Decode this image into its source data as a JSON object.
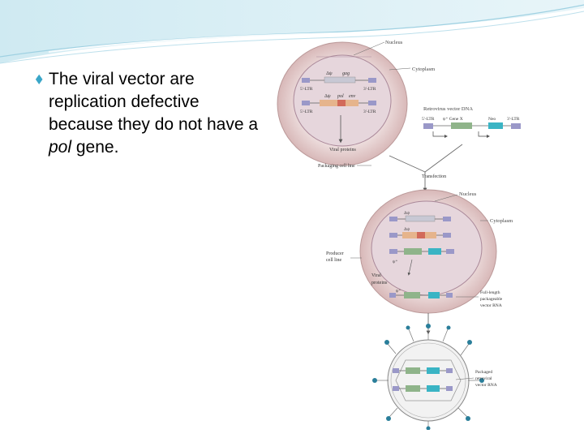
{
  "slide": {
    "bullet": {
      "text_before": "The viral vector are replication defective because they do not have a ",
      "text_italic": "pol",
      "text_after": " gene."
    }
  },
  "diagram": {
    "panel1": {
      "nucleus": "Nucleus",
      "cytoplasm": "Cytoplasm",
      "psi": "Δψ",
      "gag": "gag",
      "pol": "pol",
      "env": "env",
      "ltr5_a": "5'-LTR",
      "ltr3_a": "3'-LTR",
      "ltr5_b": "5'-LTR",
      "ltr3_b": "3'-LTR",
      "viral_proteins": "Viral proteins",
      "packaging": "Packaging cell line"
    },
    "vector": {
      "title": "Retrovirus vector DNA",
      "ltr5": "5'-LTR",
      "psi_gene": "ψ⁺ Gene X",
      "neo": "Neo",
      "ltr3": "3'-LTR"
    },
    "transfection": "Transfection",
    "panel2": {
      "nucleus": "Nucleus",
      "cytoplasm": "Cytoplasm",
      "psi_a": "Δψ",
      "psi_b": "Δψ",
      "psi_c": "ψ⁺",
      "producer_1": "Producer",
      "producer_2": "cell line",
      "viral_1": "Viral",
      "viral_2": "proteins",
      "psi_d": "ψ⁺",
      "full_1": "Full-length",
      "full_2": "packageable",
      "full_3": "vector RNA"
    },
    "panel3": {
      "label_1": "Packaged",
      "label_2": "retroviral",
      "label_3": "vector RNA"
    }
  },
  "colors": {
    "gray_box": "#c8c8d4",
    "purple_box": "#9a98c8",
    "green_box": "#8fb48a",
    "orange_box": "#e6b48c",
    "red_box": "#d26a5a",
    "teal_box": "#3ab4c4",
    "cell_outer": "#e9d9d9",
    "nucleus_fill": "#ddd0d8",
    "virion_dot": "#2a7e9a",
    "bullet": "#3aa6c8"
  }
}
